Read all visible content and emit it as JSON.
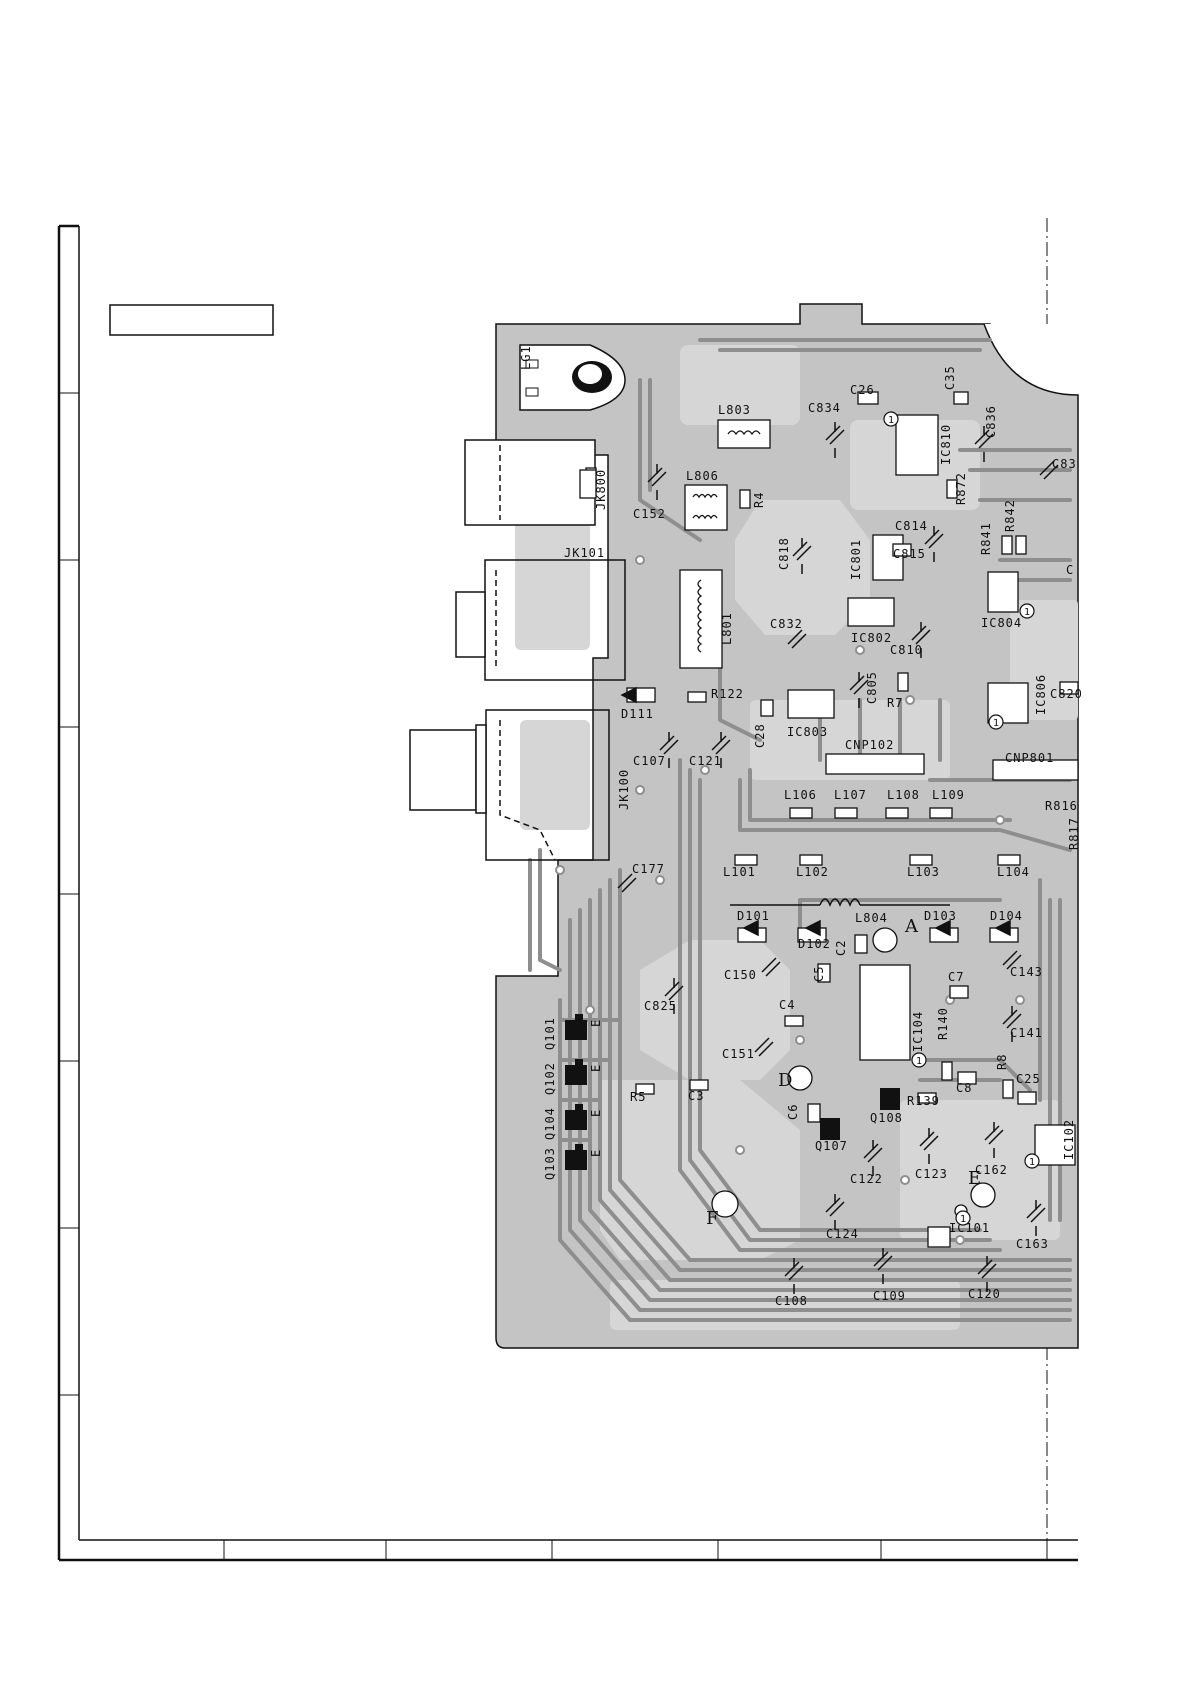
{
  "diagram": {
    "colors": {
      "board": "#c4c4c4",
      "trace": "#8e8e8e",
      "pad": "#ffffff",
      "ink": "#111111",
      "paper": "#ffffff"
    },
    "title_box_text": "",
    "connectors": [
      "LG1",
      "JK800",
      "JK101",
      "JK100",
      "CNP102",
      "CNP801"
    ],
    "inductors": [
      "L803",
      "L806",
      "L801",
      "L804",
      "L101",
      "L102",
      "L103",
      "L104",
      "L106",
      "L107",
      "L108",
      "L109"
    ],
    "ics": [
      "IC810",
      "IC801",
      "IC802",
      "IC803",
      "IC804",
      "IC806",
      "IC104",
      "IC101",
      "IC102"
    ],
    "transistors": [
      "Q101",
      "Q102",
      "Q104",
      "Q103",
      "Q107",
      "Q108"
    ],
    "diodes": [
      "D111",
      "D101",
      "D102",
      "D103",
      "D104"
    ],
    "capacitors": [
      "C26",
      "C35",
      "C834",
      "C836",
      "C152",
      "C818",
      "C814",
      "C815",
      "C832",
      "C810",
      "C805",
      "C28",
      "C107",
      "C121",
      "C177",
      "C150",
      "C5",
      "C2",
      "C7",
      "C143",
      "C825",
      "C4",
      "C151",
      "C141",
      "C3",
      "C6",
      "C8",
      "C25",
      "C122",
      "C123",
      "C162",
      "C124",
      "C163",
      "C108",
      "C109",
      "C120",
      "C820",
      "C83",
      "C"
    ],
    "resistors": [
      "R4",
      "R872",
      "R841",
      "R842",
      "R122",
      "R7",
      "R816",
      "R817",
      "R5",
      "R140",
      "R139",
      "R8"
    ],
    "test_points": [
      "A",
      "D",
      "E",
      "F"
    ],
    "pin1_marker": "1"
  }
}
